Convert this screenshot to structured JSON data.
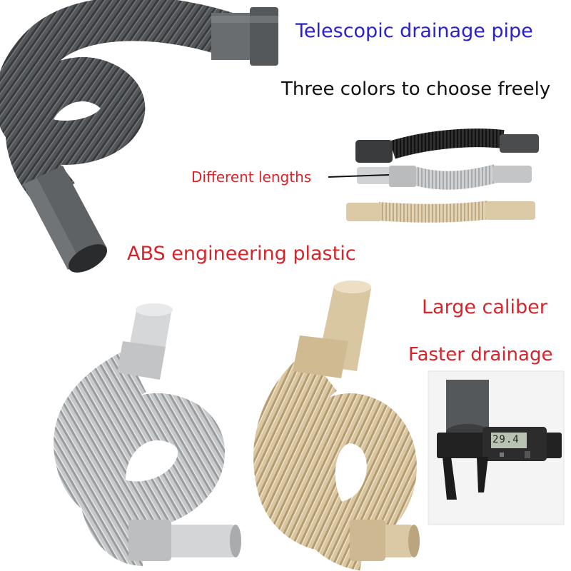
{
  "headline": "Telescopic drainage pipe",
  "subheadline": "Three colors to choose freely",
  "callouts": {
    "lengths": "Different lengths",
    "material": "ABS engineering plastic",
    "caliber": "Large caliber",
    "drainage": "Faster drainage"
  },
  "caliper_reading": "29.4",
  "colors": {
    "headline": "#2a21c9",
    "callout": "#d8232a",
    "pipe_dark": "#5a5d60",
    "pipe_black": "#2b2b2b",
    "pipe_gray": "#c9cbcc",
    "pipe_beige": "#dccaa7"
  }
}
